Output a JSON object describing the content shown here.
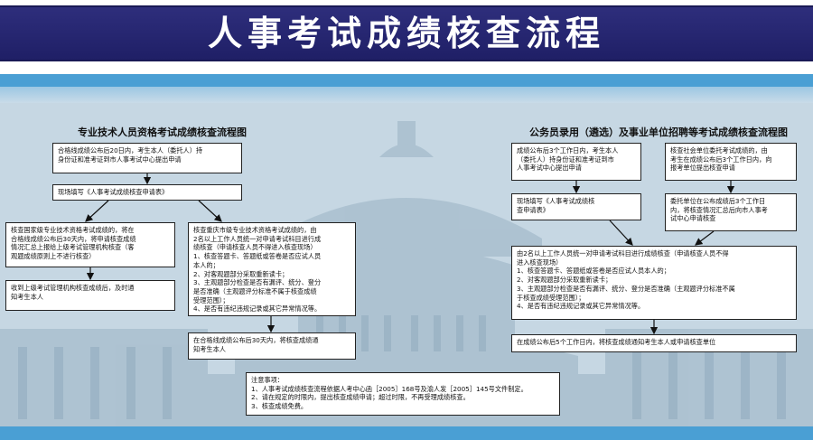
{
  "header": {
    "title": "人事考试成绩核查流程"
  },
  "left": {
    "title": "专业技术人员资格考试成绩核查流程图",
    "step1": [
      "合格线成绩公布后20日内，考生本人（委托人）持",
      "身份证和准考证到市人事考试中心提出申请"
    ],
    "step2": [
      "现场填写《人事考试成绩核查申请表》"
    ],
    "branch_national": [
      "核查国家级专业技术资格考试成绩的，将在",
      "合格线成绩公布后30天内，将申请核查成绩",
      "情况汇总上报给上级考试管理机构核查（客",
      "观题成绩原则上不进行核查）"
    ],
    "national_result": [
      "收到上级考试管理机构核查成绩后，及时通",
      "知考生本人"
    ],
    "branch_city": [
      "核查重庆市级专业技术资格考试成绩的，由",
      "2名以上工作人员统一对申请考试科目进行成",
      "绩核查（申请核查人员不得进入核查现场）",
      "1、核查答题卡、答题纸或答卷是否应试人员",
      "本人的；",
      "2、对客观题部分采取重新读卡；",
      "3、主观题部分检查是否有漏评、统分、登分",
      "是否准确（主观题评分标准不属于核查成绩",
      "受理范围）；",
      "4、是否有违纪违规记录或其它异常情况等。"
    ],
    "city_result": [
      "在合格线成绩公布后30天内，将核查成绩通",
      "知考生本人"
    ]
  },
  "right": {
    "title": "公务员录用（遴选）及事业单位招聘等考试成绩核查流程图",
    "step1a": [
      "成绩公布后3个工作日内，考生本人",
      "（委托人）持身份证和准考证到市",
      "人事考试中心提出申请"
    ],
    "step1b": [
      "核查社会单位委托考试成绩的，由",
      "考生在成绩公布后3个工作日内，向",
      "报考单位提出核查申请"
    ],
    "step2a": [
      "现场填写《人事考试成绩核",
      "查申请表》"
    ],
    "step2b": [
      "委托单位在公布成绩后3个工作日",
      "内，将核查情况汇总后向市人事考",
      "试中心申请核查"
    ],
    "step3": [
      "由2名以上工作人员统一对申请考试科目进行成绩核查（申请核查人员不得",
      "进入核查现场）",
      "1、核查答题卡、答题纸或答卷是否应试人员本人的；",
      "2、对客观题部分采取重新读卡；",
      "3、主观题部分检查是否有漏评、统分、登分是否准确（主观题评分标准不属",
      "于核查成绩受理范围）；",
      "4、是否有违纪违规记录或其它异常情况等。"
    ],
    "step4": [
      "在成绩公布后5个工作日内，将核查成绩通知考生本人或申请核查单位"
    ]
  },
  "notes": [
    "注意事项：",
    "1、人事考试成绩核查流程依据人考中心函［2005］168号及渝人发［2005］145号文件制定。",
    "2、请在规定的时限内，提出核查成绩申请；超过时限，不再受理成绩核查。",
    "3、核查成绩免费。"
  ]
}
